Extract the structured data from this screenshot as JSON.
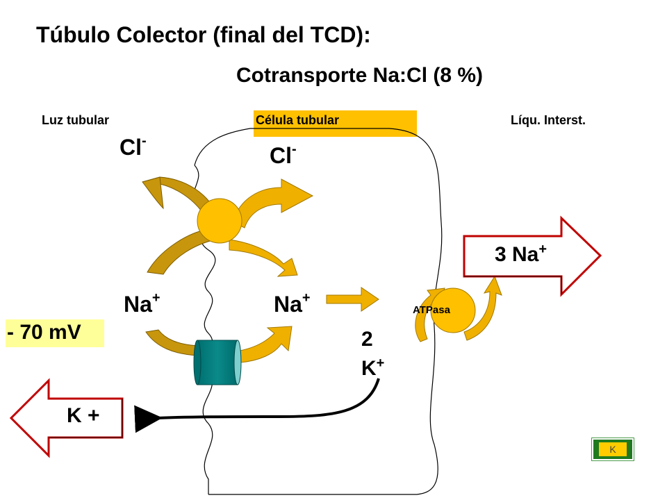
{
  "title": "Túbulo Colector (final del TCD):",
  "subtitle": "Cotransporte Na:Cl (8 %)",
  "regions": {
    "lumen": "Luz tubular",
    "cell": "Célula tubular",
    "interstitial": "Líqu. Interst."
  },
  "ions": {
    "cl_lumen": {
      "base": "Cl",
      "sup": "-"
    },
    "cl_cell": {
      "base": "Cl",
      "sup": "-"
    },
    "na_lumen": {
      "base": "Na",
      "sup": "+"
    },
    "na_cell": {
      "base": "Na",
      "sup": "+"
    },
    "na_pump": {
      "base": "3 Na",
      "sup": "+"
    },
    "k_cell_num": "2",
    "k_cell": {
      "base": "K",
      "sup": "+"
    },
    "k_lumen": "K +"
  },
  "pump_label": "ATPasa",
  "membrane_potential": "- 70 mV",
  "nav_button": "K",
  "colors": {
    "carrier": "#ffc000",
    "arrow_dark": "#c8960c",
    "channel": "#008080",
    "pump_arrow_border": "#c00000",
    "highlight": "#ffc000",
    "mv_box": "#ffff99"
  }
}
